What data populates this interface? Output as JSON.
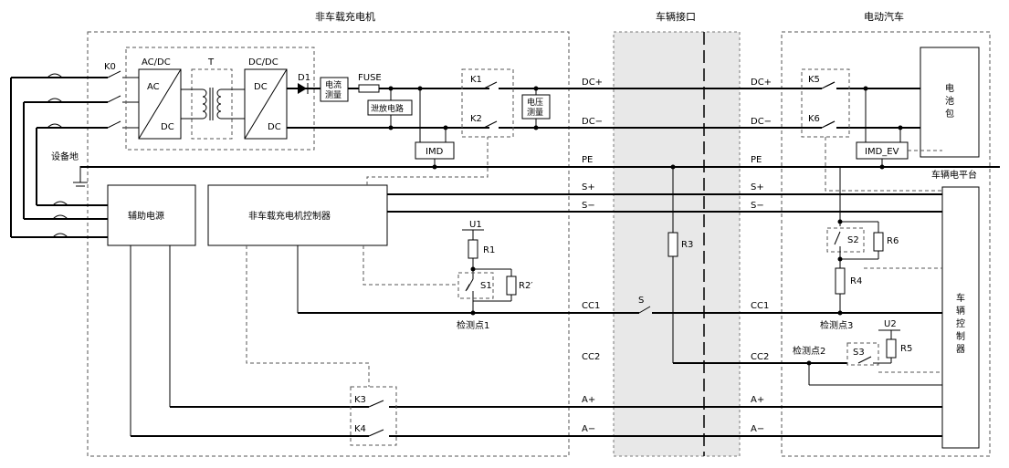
{
  "sections": {
    "offboard_charger": "非车载充电机",
    "vehicle_interface": "车辆接口",
    "electric_vehicle": "电动汽车",
    "vehicle_platform": "车辆电平台"
  },
  "blocks": {
    "acdc": {
      "title": "AC/DC",
      "top": "AC",
      "bottom": "DC"
    },
    "transformer": "T",
    "dcdc": {
      "title": "DC/DC",
      "top": "DC",
      "bottom": "DC"
    },
    "current_measure": "电流\n测量",
    "voltage_measure": "电压\n测量",
    "fuse": "FUSE",
    "discharge_circuit": "泄放电路",
    "imd": "IMD",
    "imd_ev": "IMD_EV",
    "battery": "电\n池\n包",
    "aux_power": "辅助电源",
    "charger_controller": "非车载充电机控制器",
    "vehicle_controller": "车\n辆\n控\n制\n器",
    "equipment_ground": "设备地"
  },
  "components": {
    "k0": "K0",
    "d1": "D1",
    "k1": "K1",
    "k2": "K2",
    "k3": "K3",
    "k4": "K4",
    "k5": "K5",
    "k6": "K6",
    "u1": "U1",
    "r1": "R1",
    "s1": "S1",
    "r2": "R2′",
    "r3": "R3",
    "s": "S",
    "s2": "S2",
    "r6": "R6",
    "r4": "R4",
    "u2": "U2",
    "r5": "R5",
    "s3": "S3"
  },
  "lines": {
    "dc_plus": "DC+",
    "dc_minus": "DC−",
    "pe": "PE",
    "s_plus": "S+",
    "s_minus": "S−",
    "cc1": "CC1",
    "cc2": "CC2",
    "a_plus": "A+",
    "a_minus": "A−"
  },
  "test_points": {
    "tp1": "检测点1",
    "tp2": "检测点2",
    "tp3": "检测点3"
  },
  "colors": {
    "interface_fill": "#e8e8e8",
    "line": "#000000",
    "dashed": "#555555"
  }
}
